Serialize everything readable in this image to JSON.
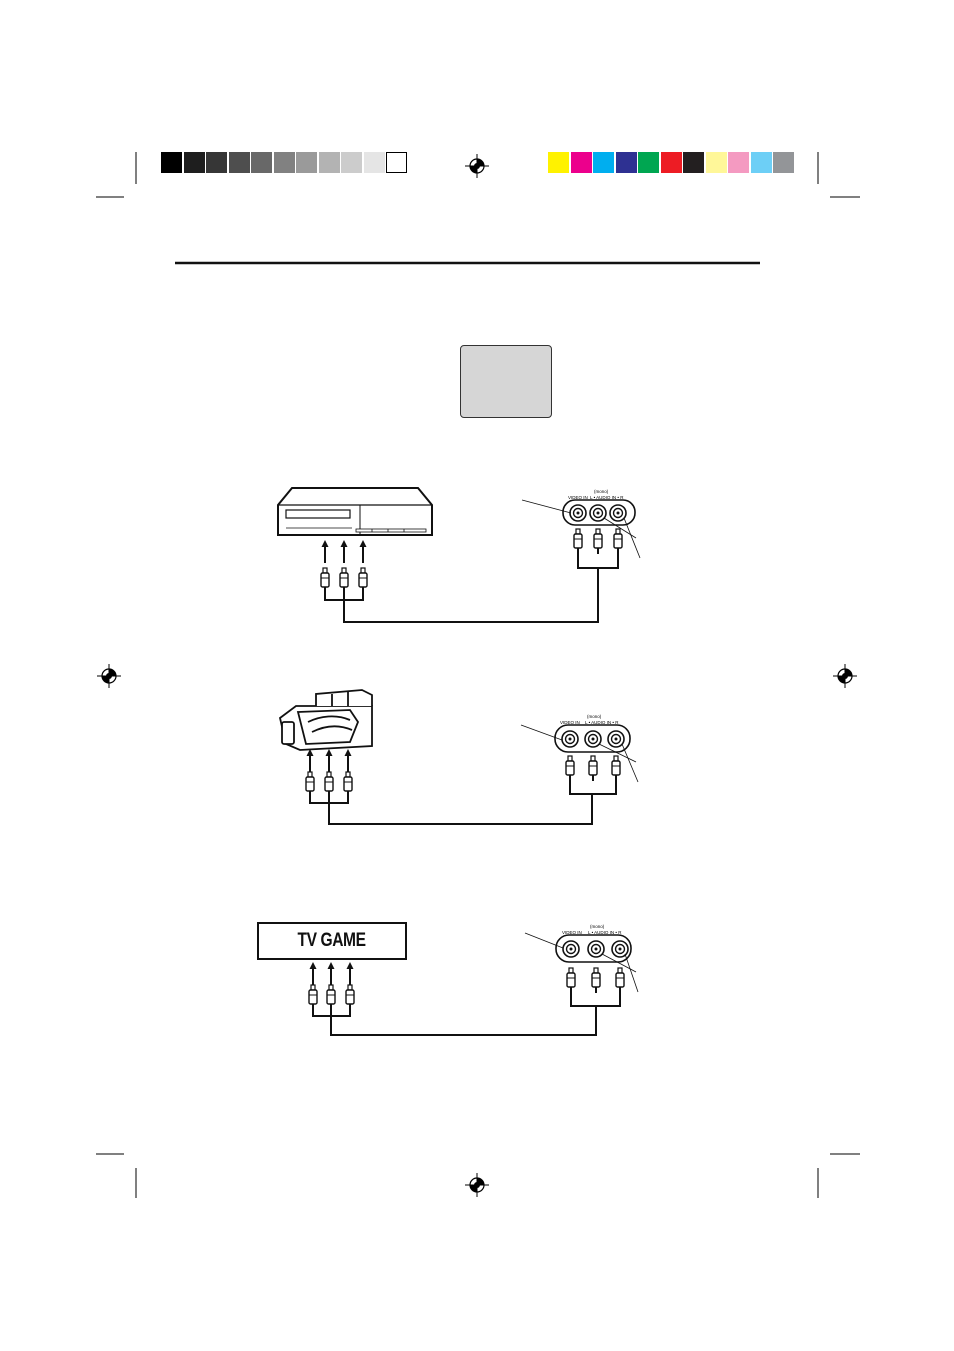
{
  "color_bars": {
    "grayscale": [
      "#000000",
      "#1e1e1e",
      "#363636",
      "#4e4e4e",
      "#686868",
      "#818181",
      "#9a9a9a",
      "#b3b3b3",
      "#cccccc",
      "#e5e5e5",
      "#ffffff"
    ],
    "colors": [
      "#fff200",
      "#ec008c",
      "#00aeef",
      "#2e3192",
      "#00a651",
      "#ed1c24",
      "#231f20",
      "#fff799",
      "#f49ac1",
      "#6dcff6",
      "#939598"
    ]
  },
  "diagrams": {
    "tv_game": {
      "label": "TV GAME"
    }
  },
  "jack_panel": {
    "video_label": "VIDEO IN",
    "audio_top_label": "(mono)",
    "audio_label": "L • AUDIO IN • R"
  }
}
